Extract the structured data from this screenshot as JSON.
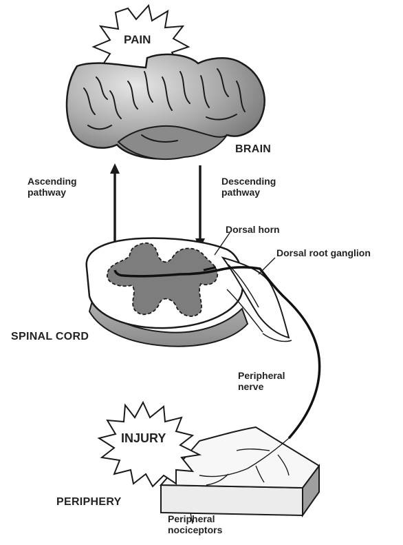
{
  "labels": {
    "pain": "PAIN",
    "brain": "BRAIN",
    "ascending": [
      "Ascending",
      "pathway"
    ],
    "descending": [
      "Descending",
      "pathway"
    ],
    "dorsal_horn": "Dorsal horn",
    "dorsal_root_ganglion": "Dorsal root ganglion",
    "spinal_cord": "SPINAL CORD",
    "peripheral_nerve": [
      "Peripheral",
      "nerve"
    ],
    "injury": "INJURY",
    "periphery": "PERIPHERY",
    "peripheral_nociceptors": [
      "Peripheral",
      "nociceptors"
    ]
  },
  "colors": {
    "brain_fill": "#8f8f8f",
    "brain_highlight": "#d9d9d9",
    "grey_matter": "#7d7d7d",
    "outline": "#1a1a1a",
    "tissue_top": "#f4f4f4",
    "tissue_side": "#9a9a9a"
  }
}
